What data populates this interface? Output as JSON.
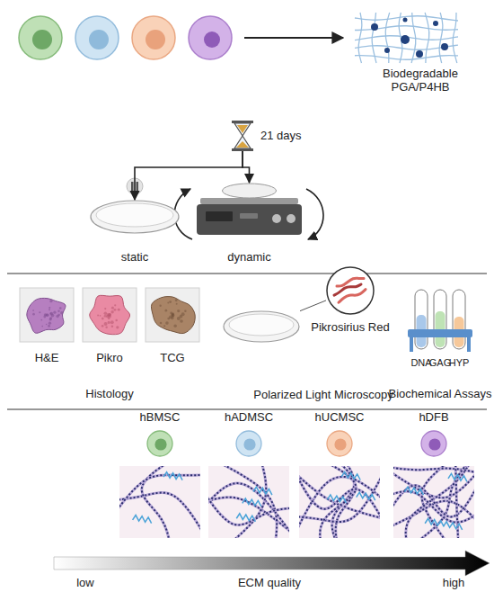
{
  "diagram": {
    "nodes": [
      {
        "text": [
          "Biodegradable PGA/P4HB"
        ]
      },
      {
        "text": [
          "21 days"
        ]
      },
      {
        "text": [
          "static"
        ]
      },
      {
        "text": [
          "dynamic"
        ]
      },
      {
        "text": [
          "H&E"
        ]
      },
      {
        "text": [
          "Pikro"
        ]
      },
      {
        "text": [
          "TCG"
        ]
      },
      {
        "text": [
          "Polarized Light Microscopy"
        ]
      },
      {
        "text": [
          "Pikrosirius Red"
        ]
      },
      {
        "text": [
          "hBMSC"
        ]
      },
      {
        "text": [
          "hADMSC"
        ]
      },
      {
        "text": [
          "hUCMSC"
        ]
      },
      {
        "text": [
          "hDFB"
        ]
      }
    ],
    "edges": [
      {
        "from": 1,
        "to": 2,
        "arrow": "to"
      },
      {
        "from": 1,
        "to": 3,
        "arrow": "to"
      },
      {
        "from": 7,
        "to": 8,
        "arrow": "none"
      }
    ],
    "labels": [
      "Histology",
      "DNA",
      "GAG",
      "HYP",
      "Biochemical Assays",
      "low",
      "ECM quality",
      "high"
    ]
  }
}
